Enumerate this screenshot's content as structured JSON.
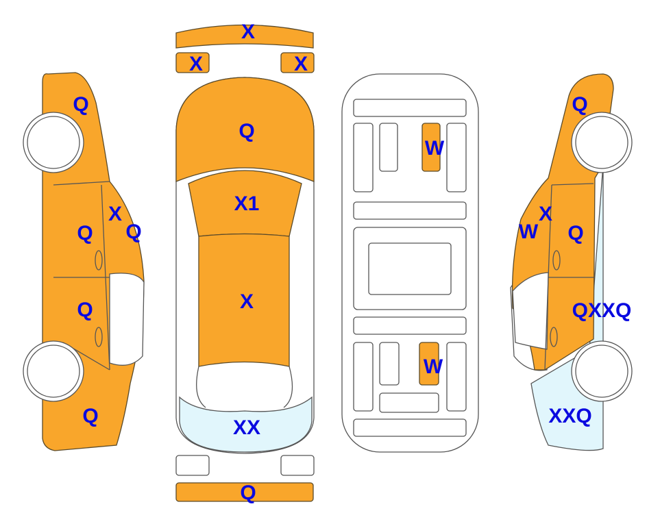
{
  "colors": {
    "damaged": "#F9A62B",
    "secondary": "#E1F6FC",
    "label": "#0A0AE0"
  },
  "left_side": {
    "front_fender": "Q",
    "front_door": "Q",
    "a_pillar": "X",
    "window": "Q",
    "rear_door": "Q",
    "rear_quarter": "Q"
  },
  "top_view": {
    "roof_bar": "X",
    "mirror_left": "X",
    "mirror_right": "X",
    "hood": "Q",
    "windshield": "X1",
    "roof": "X",
    "rear": "XX",
    "rear_bumper": "Q"
  },
  "interior": {
    "front_seat": "W",
    "rear_seat": "W"
  },
  "right_side": {
    "front_fender": "Q",
    "a_pillar": "X",
    "window": "W",
    "front_door": "Q",
    "rear_door": "QXXQ",
    "rear_quarter": "XXQ"
  }
}
